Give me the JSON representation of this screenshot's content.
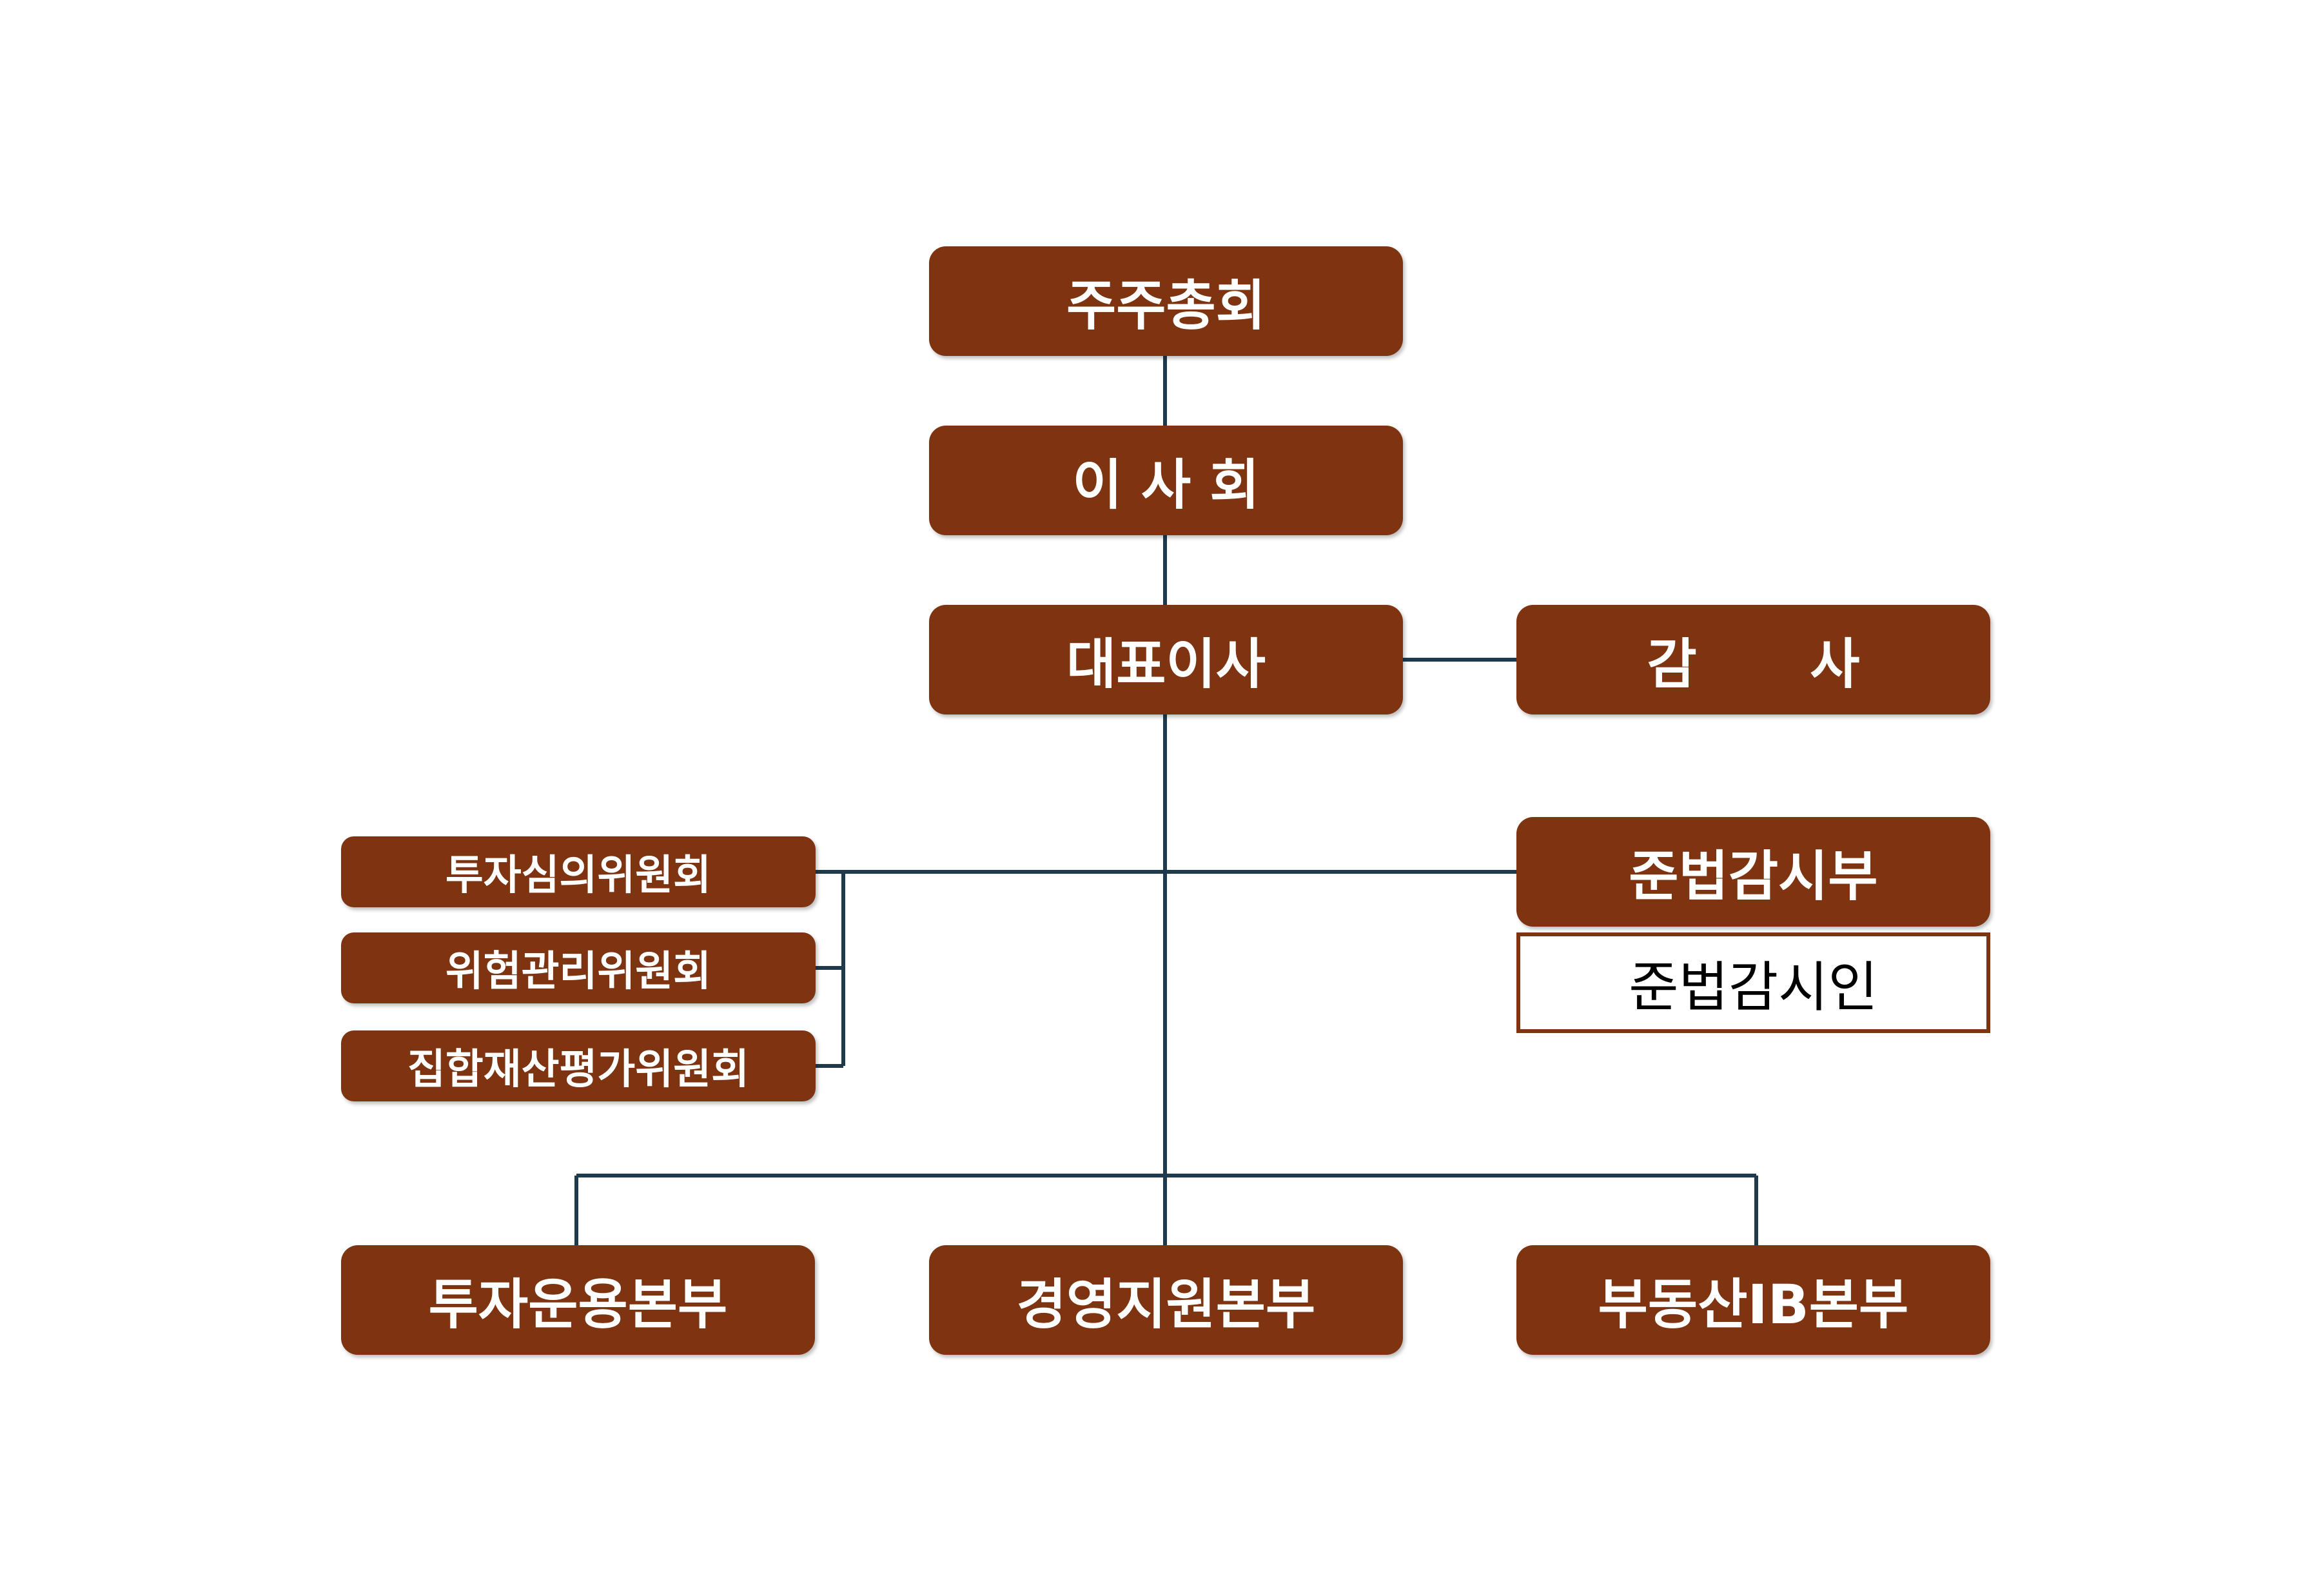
{
  "chart": {
    "shareholders": "주주총회",
    "board": "이 사 회",
    "ceo": "대표이사",
    "auditor": "감      사",
    "committees": [
      "투자심의위원회",
      "위험관리위원회",
      "집합재산평가위원회"
    ],
    "compliance_dept": "준법감시부",
    "compliance_officer": "준법감시인",
    "divisions": [
      "투자운용본부",
      "경영지원본부",
      "부동산IB본부"
    ]
  },
  "colors": {
    "box": "#7E3411",
    "line": "#1F3A4D"
  }
}
